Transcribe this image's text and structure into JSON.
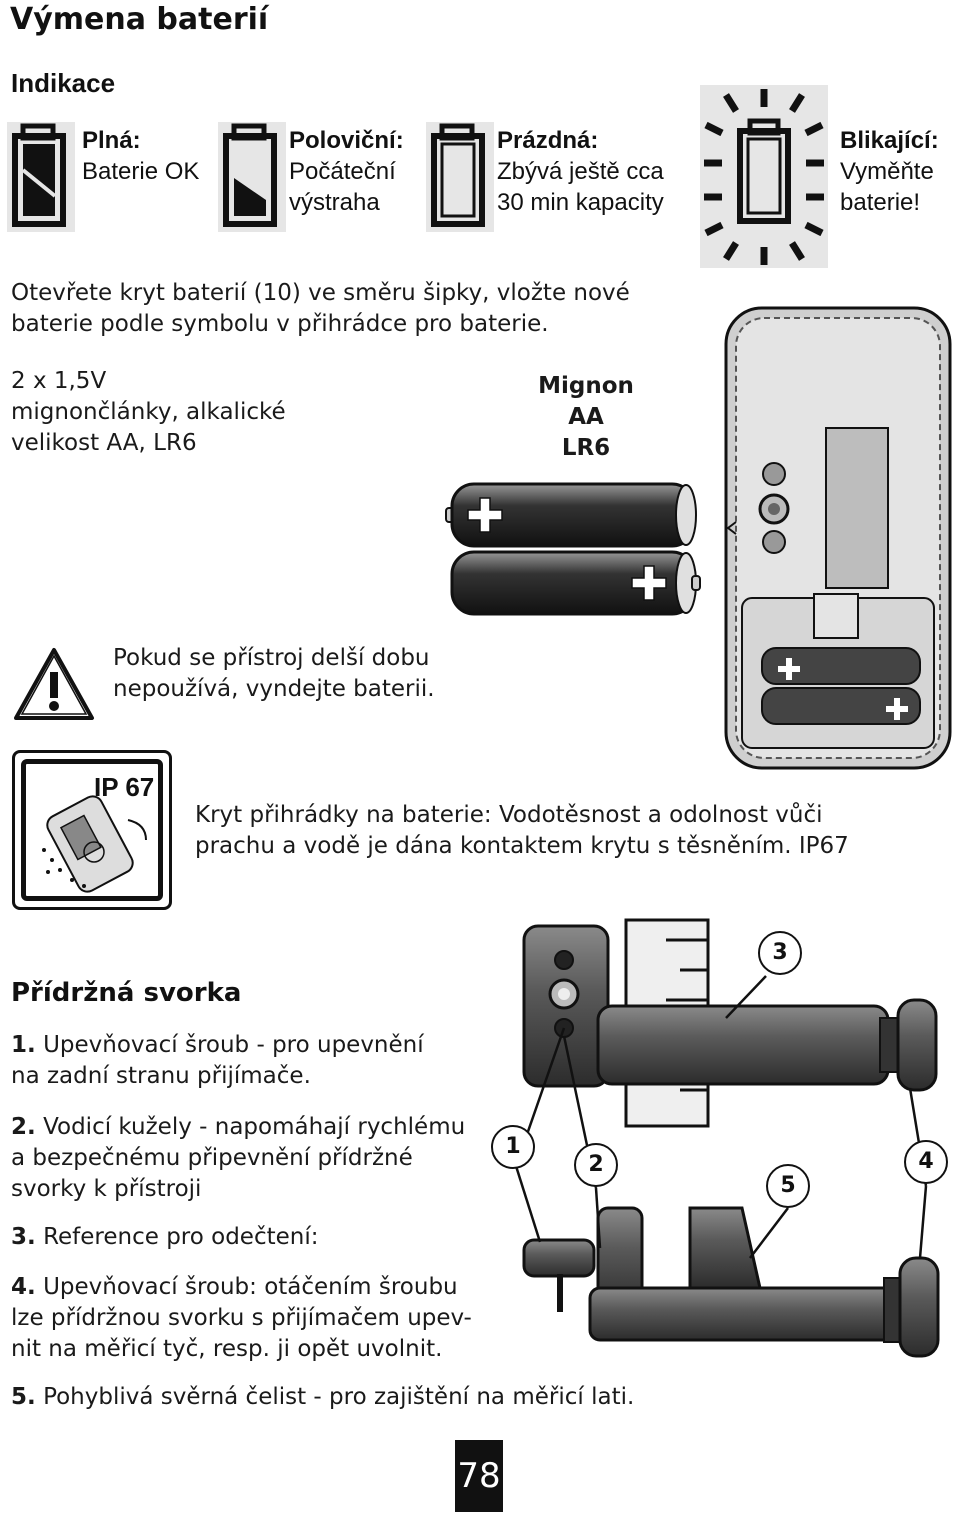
{
  "page": {
    "title": "Výmena baterií",
    "page_number": "78"
  },
  "indication": {
    "heading": "Indikace",
    "items": [
      {
        "label": "Plná:",
        "text1": "Baterie OK",
        "text2": ""
      },
      {
        "label": "Poloviční:",
        "text1": "Počáteční",
        "text2": "výstraha"
      },
      {
        "label": "Prázdná:",
        "text1": "Zbývá ještě cca",
        "text2": "30 min kapacity"
      },
      {
        "label": "Blikající:",
        "text1": "Vyměňte",
        "text2": "baterie!"
      }
    ]
  },
  "battery": {
    "instruction1": "Otevřete kryt baterií (10) ve směru šipky, vložte nové",
    "instruction2": "baterie podle symbolu v přihrádce pro baterie.",
    "spec1": "2 x 1,5V",
    "spec2": "mignončlánky, alkalické",
    "spec3": "velikost AA, LR6",
    "type1": "Mignon",
    "type2": "AA",
    "type3": "LR6",
    "warning1": "Pokud se přístroj delší dobu",
    "warning2": "nepoužívá, vyndejte baterii.",
    "ip_badge": "IP 67",
    "ip_text1": "Kryt přihrádky na baterie: Vodotěsnost a odolnost vůči",
    "ip_text2": "prachu a vodě je dána kontaktem krytu s těsněním. IP67"
  },
  "clamp": {
    "heading": "Přídržná svorka",
    "item1_num": "1.",
    "item1_l1": "Upevňovací šroub - pro upevnění",
    "item1_l2": "na zadní stranu přijímače.",
    "item2_num": "2.",
    "item2_l1": "Vodicí kužely - napomáhají rychlému",
    "item2_l2": "a bezpečnému připevnění přídržné",
    "item2_l3": "svorky k přístroji",
    "item3_num": "3.",
    "item3_l1": "Reference pro odečtení:",
    "item4_num": "4.",
    "item4_l1": "Upevňovací šroub: otáčením šroubu",
    "item4_l2": "lze přídržnou svorku s přijímačem upev-",
    "item4_l3": "nit na měřicí tyč, resp. ji opět uvolnit.",
    "item5_num": "5.",
    "item5_l1": "Pohyblivá svěrná čelist - pro zajištění na měřicí lati.",
    "callouts": [
      "1",
      "2",
      "3",
      "4",
      "5"
    ]
  }
}
